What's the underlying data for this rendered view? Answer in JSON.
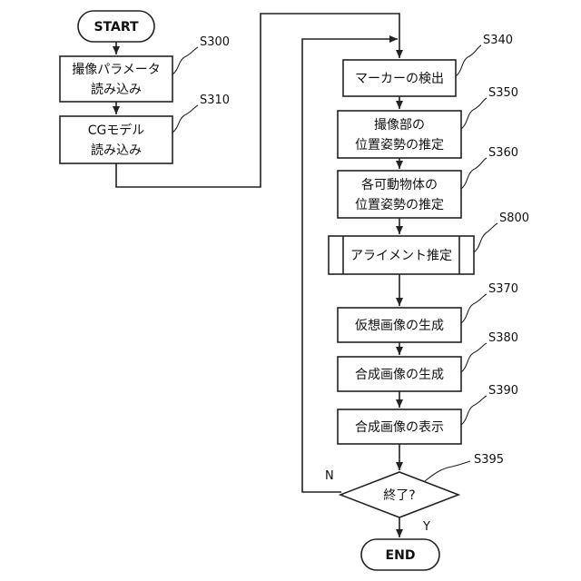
{
  "start_label": "START",
  "end_label": "END",
  "steps": {
    "s300": {
      "id": "S300",
      "lines": [
        "撮像パラメータ",
        "読み込み"
      ]
    },
    "s310": {
      "id": "S310",
      "lines": [
        "CGモデル",
        "読み込み"
      ]
    },
    "s340": {
      "id": "S340",
      "lines": [
        "マーカーの検出"
      ]
    },
    "s350": {
      "id": "S350",
      "lines": [
        "撮像部の",
        "位置姿勢の推定"
      ]
    },
    "s360": {
      "id": "S360",
      "lines": [
        "各可動物体の",
        "位置姿勢の推定"
      ]
    },
    "s800": {
      "id": "S800",
      "lines": [
        "アライメント推定"
      ]
    },
    "s370": {
      "id": "S370",
      "lines": [
        "仮想画像の生成"
      ]
    },
    "s380": {
      "id": "S380",
      "lines": [
        "合成画像の生成"
      ]
    },
    "s390": {
      "id": "S390",
      "lines": [
        "合成画像の表示"
      ]
    },
    "s395": {
      "id": "S395",
      "lines": [
        "終了?"
      ]
    }
  },
  "branch_no": "N",
  "branch_yes": "Y"
}
